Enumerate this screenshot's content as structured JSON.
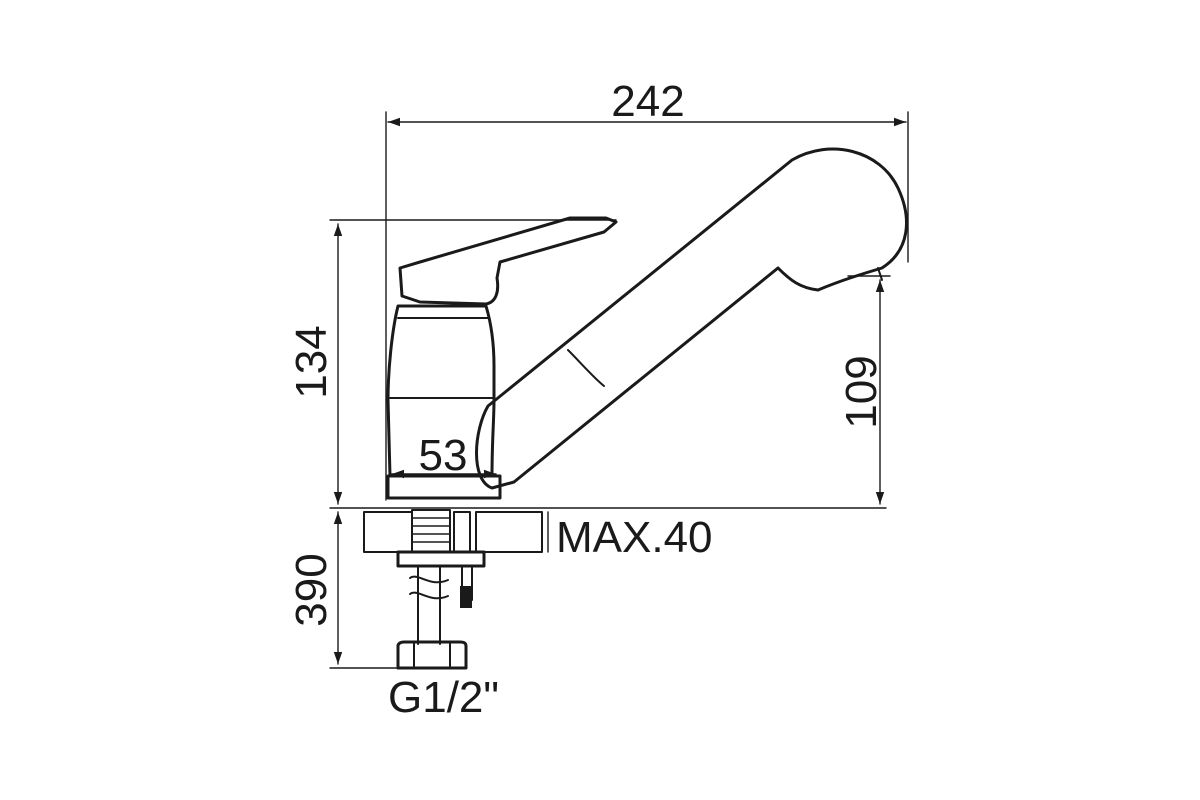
{
  "drawing": {
    "subject": "faucet-dimension-drawing",
    "colors": {
      "ink": "#1a1a1a",
      "background": "#ffffff"
    },
    "dimensions": {
      "overall_width": "242",
      "body_height": "134",
      "spout_height": "109",
      "base_diameter": "53",
      "below_counter": "390",
      "max_counter_thickness": "MAX.40",
      "thread": "G1/2\""
    }
  }
}
